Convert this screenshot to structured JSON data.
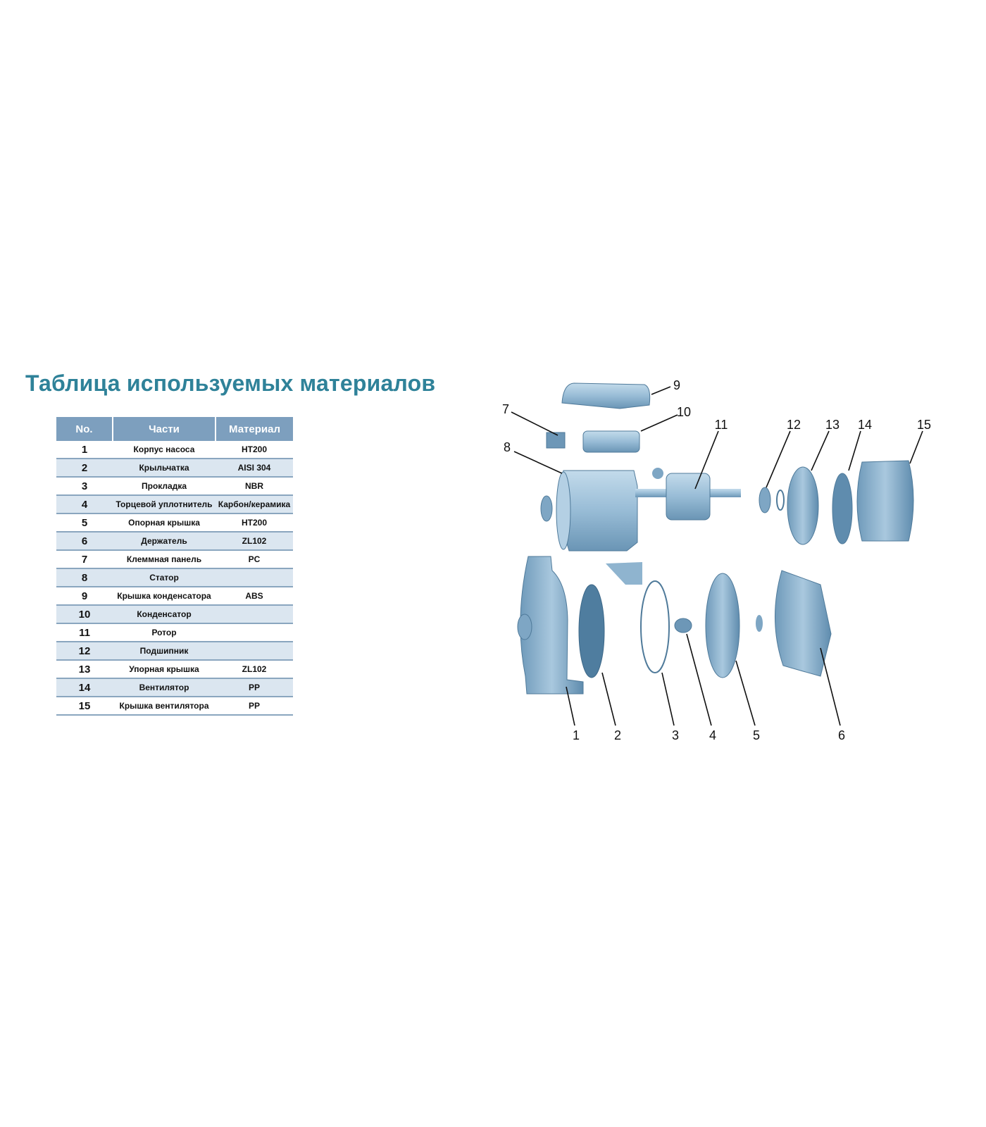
{
  "title": "Таблица используемых материалов",
  "table": {
    "headers": [
      "No.",
      "Части",
      "Материал"
    ],
    "rows": [
      {
        "no": "1",
        "part": "Корпус насоса",
        "material": "HT200"
      },
      {
        "no": "2",
        "part": "Крыльчатка",
        "material": "AISI 304"
      },
      {
        "no": "3",
        "part": "Прокладка",
        "material": "NBR"
      },
      {
        "no": "4",
        "part": "Торцевой уплотнитель",
        "material": "Карбон/керамика"
      },
      {
        "no": "5",
        "part": "Опорная крышка",
        "material": "HT200"
      },
      {
        "no": "6",
        "part": "Держатель",
        "material": "ZL102"
      },
      {
        "no": "7",
        "part": "Клеммная панель",
        "material": "PC"
      },
      {
        "no": "8",
        "part": "Статор",
        "material": ""
      },
      {
        "no": "9",
        "part": "Крышка конденсатора",
        "material": "ABS"
      },
      {
        "no": "10",
        "part": "Конденсатор",
        "material": ""
      },
      {
        "no": "11",
        "part": "Ротор",
        "material": ""
      },
      {
        "no": "12",
        "part": "Подшипник",
        "material": ""
      },
      {
        "no": "13",
        "part": "Упорная крышка",
        "material": "ZL102"
      },
      {
        "no": "14",
        "part": "Вентилятор",
        "material": "PP"
      },
      {
        "no": "15",
        "part": "Крышка вентилятора",
        "material": "PP"
      }
    ]
  },
  "diagram": {
    "callouts": [
      "1",
      "2",
      "3",
      "4",
      "5",
      "6",
      "7",
      "8",
      "9",
      "10",
      "11",
      "12",
      "13",
      "14",
      "15"
    ]
  },
  "colors": {
    "title": "#2f8299",
    "header": "#7d9fbe",
    "row_alt": "#dbe6f0",
    "part_light": "#a9c8de",
    "part_dark": "#5f8cae"
  }
}
